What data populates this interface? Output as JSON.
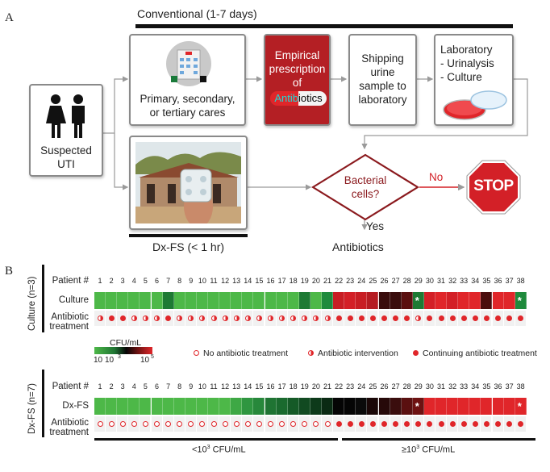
{
  "panels": {
    "a": "A",
    "b": "B"
  },
  "workflow": {
    "conventional_label": "Conventional (1-7 days)",
    "suspected_line1": "Suspected",
    "suspected_line2": "UTI",
    "care_line1": "Primary, secondary,",
    "care_line2": "or tertiary cares",
    "empirical_line1": "Empirical",
    "empirical_line2": "prescription",
    "empirical_line3": "of",
    "empirical_line4": "Antibiotics",
    "shipping_line1": "Shipping",
    "shipping_line2": "urine",
    "shipping_line3": "sample to",
    "shipping_line4": "laboratory",
    "lab_line1": "Laboratory",
    "lab_line2": "- Urinalysis",
    "lab_line3": "- Culture",
    "bacterial_line1": "Bacterial",
    "bacterial_line2": "cells?",
    "no_label": "No",
    "yes_label": "Yes",
    "stop_label": "STOP",
    "antibiotics_label": "Antibiotics",
    "dxfs_label": "Dx-FS (< 1 hr)",
    "colors": {
      "empirical": "#b41f24",
      "arrow": "#9a9a9a",
      "diamond": "#8b1a1e",
      "stop": "#d32027"
    }
  },
  "heatmap": {
    "culture_group": "Culture (n=3)",
    "dxfs_group": "Dx-FS (n=7)",
    "patient_label": "Patient #",
    "culture_row_label": "Culture",
    "dxfs_row_label": "Dx-FS",
    "antibiotic_label_1": "Antibiotic",
    "antibiotic_label_2": "treatment",
    "patients": [
      1,
      2,
      3,
      4,
      5,
      6,
      7,
      8,
      9,
      10,
      11,
      12,
      13,
      14,
      15,
      16,
      17,
      18,
      19,
      20,
      21,
      22,
      23,
      24,
      25,
      26,
      27,
      28,
      29,
      30,
      31,
      32,
      33,
      34,
      35,
      36,
      37,
      38
    ],
    "culture_colors": [
      "#4db848",
      "#4db848",
      "#4db848",
      "#4db848",
      "#4db848",
      "#4db848",
      "#1e7a34",
      "#4db848",
      "#4db848",
      "#4db848",
      "#4db848",
      "#4db848",
      "#4db848",
      "#4db848",
      "#4db848",
      "#4db848",
      "#4db848",
      "#4db848",
      "#1e7a34",
      "#4db848",
      "#1e8a3c",
      "#c81e24",
      "#d32027",
      "#c81e24",
      "#b51c22",
      "#3a0d0d",
      "#3a0d0d",
      "#5a1010",
      "#1e7a34",
      "#d32027",
      "#e0262a",
      "#d32027",
      "#e0262a",
      "#e0262a",
      "#4a0d0d",
      "#e0262a",
      "#e0262a",
      "#1e8a3c"
    ],
    "culture_stars": [
      29,
      38
    ],
    "dxfs_colors": [
      "#4db848",
      "#4db848",
      "#4db848",
      "#4db848",
      "#4db848",
      "#4db848",
      "#4db848",
      "#4db848",
      "#4db848",
      "#4db848",
      "#4db848",
      "#4db848",
      "#3ea845",
      "#2f9640",
      "#27883b",
      "#1f7433",
      "#1a6a2e",
      "#155a27",
      "#114a21",
      "#0d3a1a",
      "#0a2a13",
      "#050505",
      "#050505",
      "#0a0a0a",
      "#1a0707",
      "#260909",
      "#3a0d0d",
      "#5a1010",
      "#6e1212",
      "#e0262a",
      "#e0262a",
      "#e0262a",
      "#e0262a",
      "#e0262a",
      "#e0262a",
      "#e0262a",
      "#e0262a",
      "#e0262a"
    ],
    "dxfs_stars": [
      29,
      38
    ],
    "star": "*",
    "culture_treatment": [
      "half",
      "full",
      "full",
      "half",
      "half",
      "half",
      "full",
      "half",
      "half",
      "half",
      "half",
      "half",
      "half",
      "half",
      "half",
      "half",
      "half",
      "half",
      "half",
      "half",
      "half",
      "full",
      "full",
      "full",
      "full",
      "full",
      "full",
      "full",
      "half",
      "full",
      "full",
      "full",
      "full",
      "full",
      "full",
      "full",
      "full",
      "full"
    ],
    "dxfs_treatment": [
      "open",
      "open",
      "open",
      "open",
      "open",
      "open",
      "open",
      "open",
      "open",
      "open",
      "open",
      "open",
      "open",
      "open",
      "open",
      "open",
      "open",
      "open",
      "open",
      "open",
      "open",
      "full",
      "full",
      "full",
      "full",
      "full",
      "full",
      "full",
      "full",
      "full",
      "full",
      "full",
      "full",
      "full",
      "full",
      "full",
      "full",
      "full"
    ],
    "legend": {
      "title": "CFU/mL",
      "tick_10": "10",
      "tick_mid_base": "10",
      "tick_mid_exp": "3",
      "tick_top_base": "10",
      "tick_top_exp": "5",
      "no_treatment": "No antibiotic treatment",
      "intervention": "Antibiotic intervention",
      "continuing": "Continuing antibiotic treatment"
    },
    "bottom_low": "<10",
    "bottom_low_exp": "3",
    "bottom_low_unit": "CFU/mL",
    "bottom_high": "≥10",
    "bottom_high_exp": "3",
    "bottom_high_unit": "CFU/mL"
  }
}
